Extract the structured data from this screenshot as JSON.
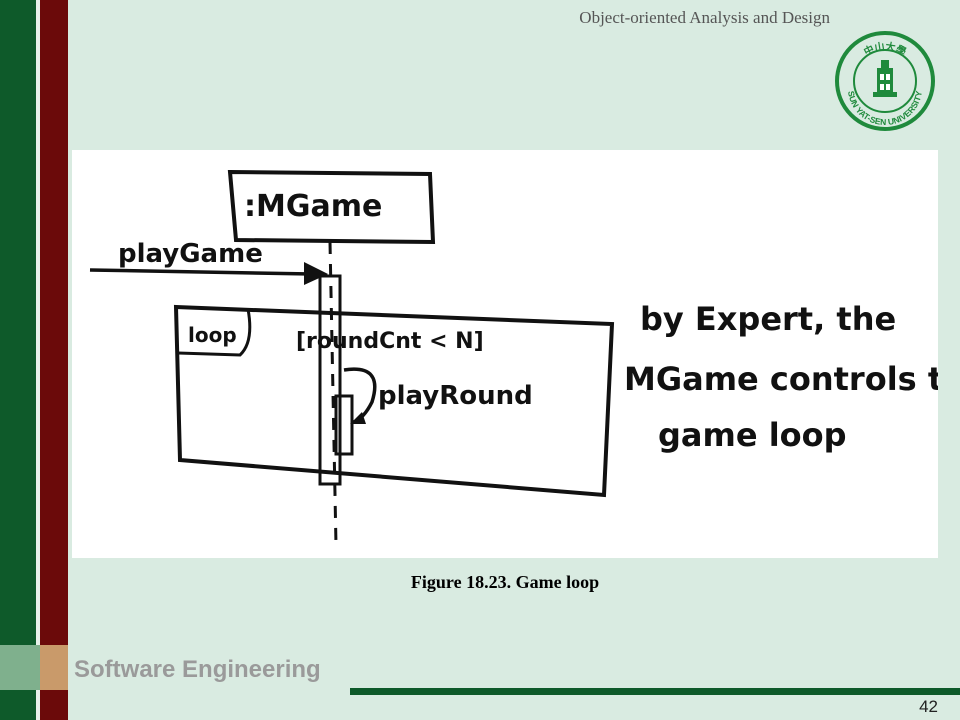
{
  "header": {
    "title": "Object-oriented Analysis and Design"
  },
  "logo": {
    "text": "SUN YAT-SEN UNIVERSITY",
    "chinese": "中山大學",
    "icon": "university-seal-icon",
    "color": "#1f8a3c"
  },
  "figure": {
    "participant": ":MGame",
    "message": "playGame",
    "fragment_operator": "loop",
    "guard": "[roundCnt < N]",
    "self_message": "playRound",
    "note": [
      "by Expert, the",
      "MGame controls the",
      "game loop"
    ]
  },
  "caption": "Figure 18.23. Game loop",
  "footer": {
    "label": "Software Engineering",
    "page_number": "42"
  },
  "colors": {
    "green": "#0e5a2a",
    "red": "#6b0a0a",
    "background": "#d9ebe1"
  }
}
